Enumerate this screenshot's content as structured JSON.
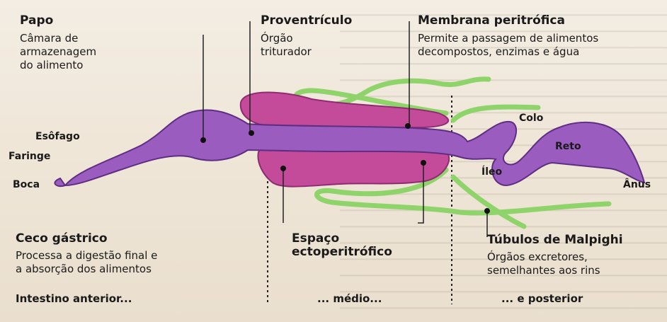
{
  "callouts": {
    "papo": {
      "title": "Papo",
      "desc": "Câmara de\narmazenagem\ndo alimento"
    },
    "proventriculo": {
      "title": "Proventrículo",
      "desc": "Órgão\ntriturador"
    },
    "membrana": {
      "title": "Membrana peritrófica",
      "desc": "Permite a passagem de alimentos\ndecompostos, enzimas e água"
    },
    "ceco": {
      "title": "Ceco gástrico",
      "desc": "Processa a digestão final e\na absorção dos alimentos"
    },
    "espaco": {
      "title": "Espaço\nectoperitrófico"
    },
    "tubulos": {
      "title": "Túbulos de Malpighi",
      "desc": "Órgãos excretores,\nsemelhantes aos rins"
    }
  },
  "organs": {
    "esofago": "Esôfago",
    "faringe": "Faringe",
    "boca": "Boca",
    "colo": "Colo",
    "reto": "Reto",
    "ileo": "Íleo",
    "anus": "Ânus"
  },
  "sections": {
    "anterior": "Intestino anterior...",
    "medio": "... médio...",
    "posterior": "... e posterior"
  },
  "colors": {
    "gut": "#9a5cbf",
    "caeca": "#c44a9a",
    "tubules": "#8fd46a",
    "background": "#efe6d8"
  }
}
